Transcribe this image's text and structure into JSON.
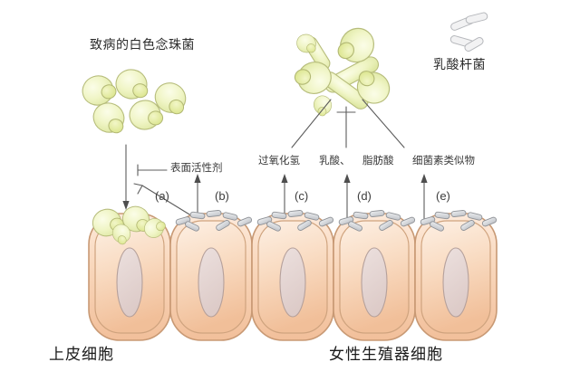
{
  "figure": {
    "background_color": "#ffffff",
    "title_top_left": "致病的白色念珠菌",
    "title_top_right": "乳酸杆菌",
    "caption_bottom_left": "上皮细胞",
    "caption_bottom_right": "女性生殖器细胞"
  },
  "substance_labels": [
    {
      "id": "surfactant",
      "text": "表面活性剂"
    },
    {
      "id": "hydrogen-peroxide",
      "text": "过氧化氢"
    },
    {
      "id": "lactic-acid",
      "text": "乳酸、"
    },
    {
      "id": "fatty-acid",
      "text": "脂肪酸"
    },
    {
      "id": "bacteriocin-like",
      "text": "细菌素类似物"
    }
  ],
  "keys": [
    {
      "id": "a",
      "text": "(a)"
    },
    {
      "id": "b",
      "text": "(b)"
    },
    {
      "id": "c",
      "text": "(c)"
    },
    {
      "id": "d",
      "text": "(d)"
    },
    {
      "id": "e",
      "text": "(e)"
    }
  ],
  "colors": {
    "yeast_fill": "#eef3c0",
    "yeast_bud": "#e2ea96",
    "yeast_stroke": "#b9bf7e",
    "epithelial_fill_light": "#fbe3cc",
    "epithelial_fill_mid": "#f6c9a6",
    "epithelial_stroke": "#c99a74",
    "nucleus_fill": "#e6d6d4",
    "nucleus_stroke": "#b9a49f",
    "rod_fill": "#d8dade",
    "rod_stroke": "#8d9095",
    "line_color": "#5a5a5a",
    "text_color": "#231f20"
  },
  "counts": {
    "epithelial_cells": 5,
    "yeast_cells_free": 5,
    "yeast_cells_attached": 4
  }
}
